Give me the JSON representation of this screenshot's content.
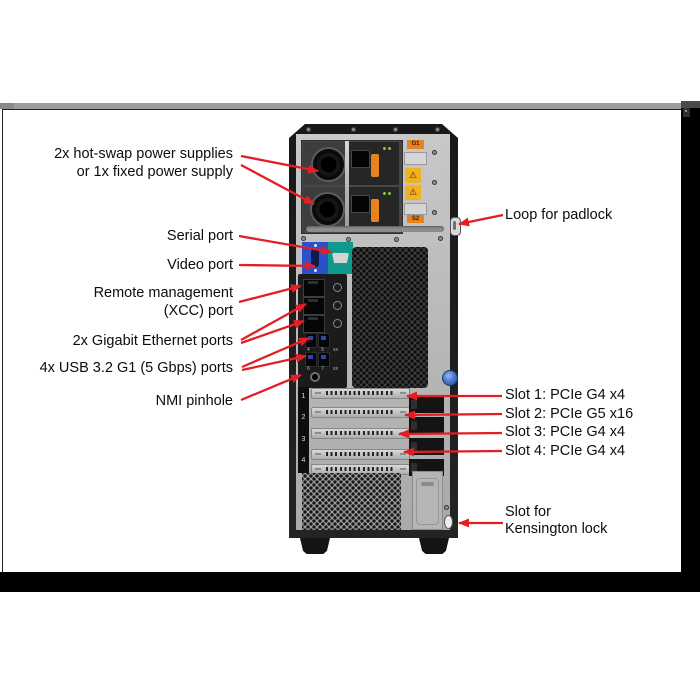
{
  "figure": {
    "type": "hardware-rear-view-diagram",
    "subject": "Tower server rear panel with callouts"
  },
  "labels": {
    "psu_line1": "2x hot-swap power supplies",
    "psu_line2": "or 1x fixed power supply",
    "serial": "Serial port",
    "video": "Video port",
    "xcc_line1": "Remote management",
    "xcc_line2": "(XCC) port",
    "ethernet": "2x Gigabit Ethernet ports",
    "usb": "4x USB 3.2 G1 (5 Gbps) ports",
    "nmi": "NMI pinhole",
    "padlock": "Loop for padlock",
    "slot1": "Slot 1: PCIe G4 x4",
    "slot2": "Slot 2: PCIe G5 x16",
    "slot3": "Slot 3: PCIe G4 x4",
    "slot4": "Slot 4: PCIe G4 x4",
    "kensington_line1": "Slot for",
    "kensington_line2": "Kensington lock"
  },
  "server": {
    "psu_tag_top": "G1",
    "psu_tag_bottom": "S2",
    "usb_row1_numbers": "4 5",
    "usb_row2_numbers": "6 7",
    "superspeed": "ss",
    "slot_numbers": [
      "1",
      "2",
      "3",
      "4"
    ]
  },
  "icons": {
    "warning_glyph": "⚠"
  },
  "colors": {
    "callout_red": "#e31e25",
    "vga_blue": "#2a50cc",
    "serial_teal": "#109a8e",
    "usb_blue": "#2f46a8",
    "latch_orange": "#e8821e",
    "thumbscrew_blue": "#4a79cf",
    "frame_band": "#9c9c9c"
  }
}
